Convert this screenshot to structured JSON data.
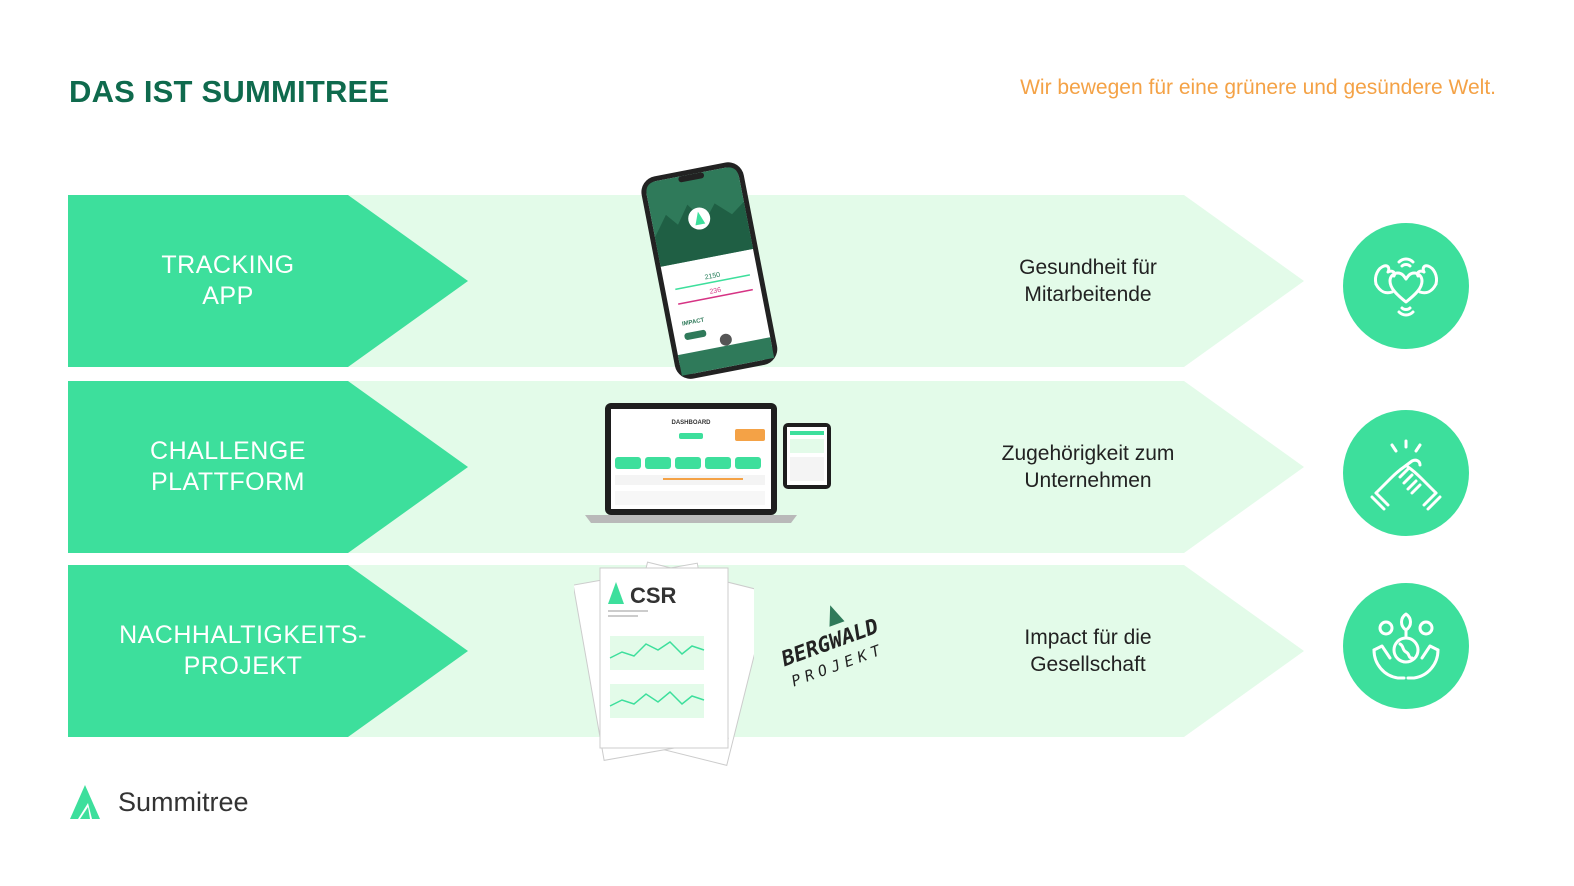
{
  "header": {
    "title": "DAS IST SUMMITREE",
    "tagline": "Wir bewegen für eine grünere und gesündere Welt."
  },
  "rows": [
    {
      "label_lines": [
        "TRACKING",
        "APP"
      ],
      "benefit_lines": [
        "Gesundheit für",
        "Mitarbeitende"
      ],
      "icon": "strong-heart-icon"
    },
    {
      "label_lines": [
        "CHALLENGE",
        "PLATTFORM"
      ],
      "benefit_lines": [
        "Zugehörigkeit zum",
        "Unternehmen"
      ],
      "icon": "handshake-icon"
    },
    {
      "label_lines": [
        "NACHHALTIGKEITS-",
        "PROJEKT"
      ],
      "benefit_lines": [
        "Impact für die",
        "Gesellschaft"
      ],
      "icon": "hands-earth-icon"
    }
  ],
  "phone": {
    "steps": "2150",
    "calories": "236",
    "impact_label": "IMPACT"
  },
  "dashboard": {
    "title": "DASHBOARD"
  },
  "report": {
    "title": "CSR"
  },
  "partner": {
    "line1": "BERGWALD",
    "line2": "PROJEKT"
  },
  "footer": {
    "brand": "Summitree"
  },
  "colors": {
    "title": "#0f6a4d",
    "tagline": "#f4a246",
    "accent": "#3ddf9c",
    "row_bg": "#e3fbe9"
  }
}
